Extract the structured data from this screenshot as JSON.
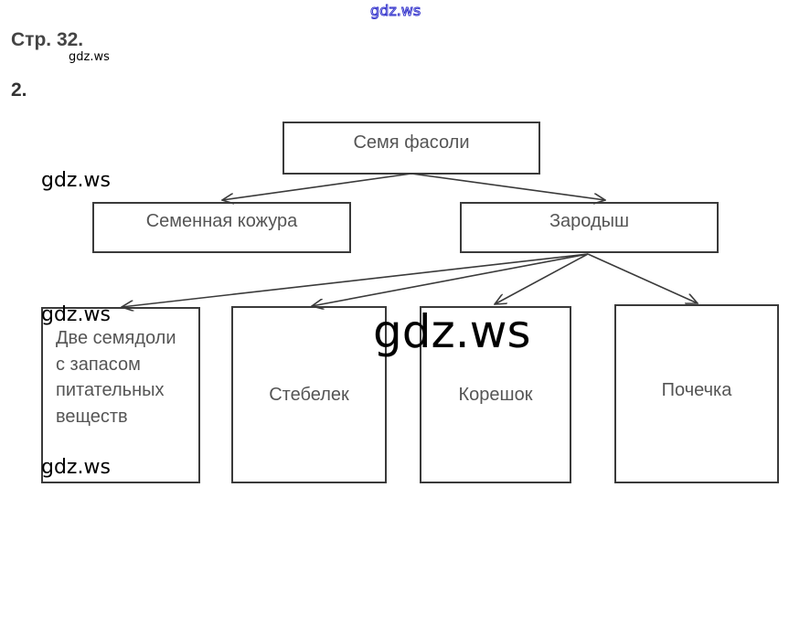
{
  "header": {
    "page": "Стр. 32.",
    "task": "2."
  },
  "watermarks": {
    "top": "gdz.ws",
    "small": "gdz.ws",
    "left1": "gdz.ws",
    "left2": "gdz.ws",
    "left3": "gdz.ws",
    "center": "gdz.ws"
  },
  "diagram": {
    "root": "Семя фасоли",
    "level1": [
      "Семенная кожура",
      "Зародыш"
    ],
    "level2": [
      "Две семядоли с запасом питательных веществ",
      "Стебелек",
      "Корешок",
      "Почечка"
    ]
  },
  "colors": {
    "line": "#3a3a3a",
    "text": "#555555",
    "watermark_top": "#3333cc"
  }
}
